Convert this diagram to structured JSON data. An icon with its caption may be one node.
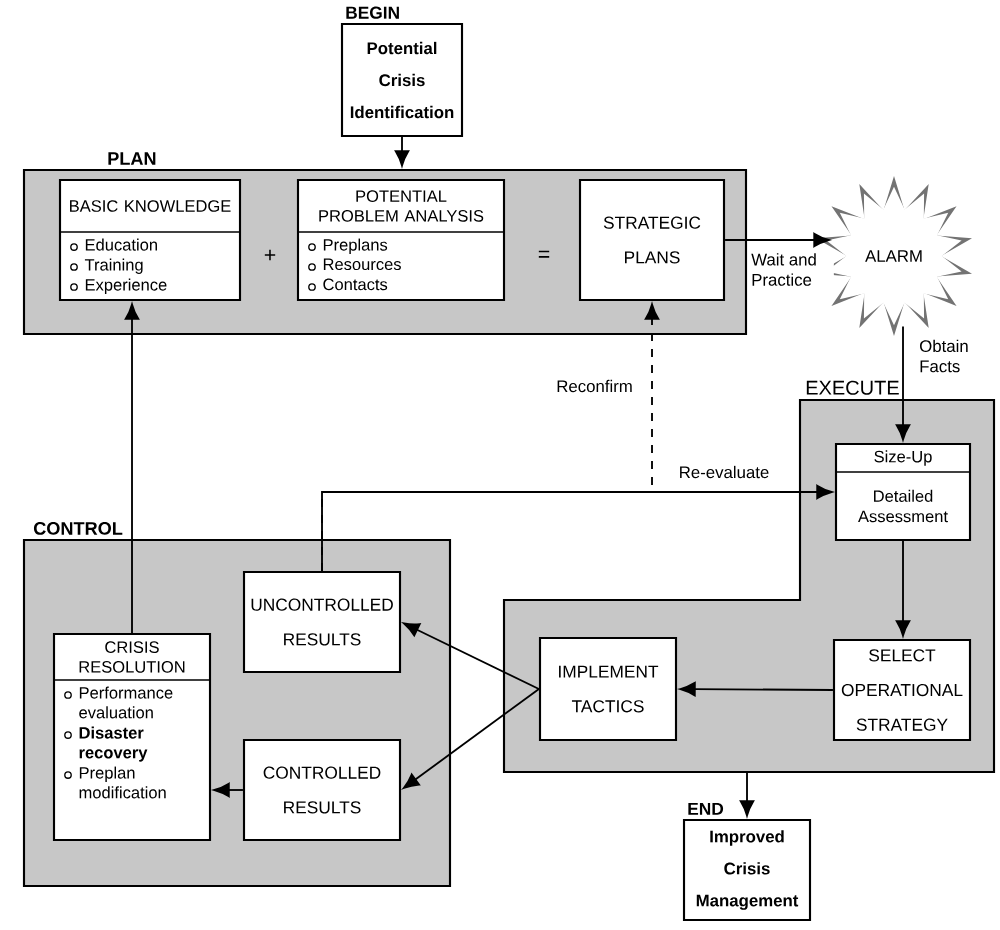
{
  "diagram": {
    "nodes": [
      {
        "text": [
          "BEGIN",
          "Potential Crisis Identification"
        ]
      },
      {
        "text": [
          "PLAN"
        ]
      },
      {
        "text": [
          "BASIC KNOWLEDGE",
          "Education",
          "Training",
          "Experience"
        ],
        "in": 1
      },
      {
        "text": [
          "POTENTIAL PROBLEM ANALYSIS",
          "Preplans",
          "Resources",
          "Contacts"
        ],
        "in": 1
      },
      {
        "text": [
          "STRATEGIC PLANS"
        ],
        "in": 1
      },
      {
        "text": [
          "ALARM"
        ]
      },
      {
        "text": [
          "EXECUTE"
        ]
      },
      {
        "text": [
          "Size-Up",
          "Detailed Assessment"
        ],
        "in": 6
      },
      {
        "text": [
          "CONTROL"
        ]
      },
      {
        "text": [
          "UNCONTROLLED RESULTS"
        ],
        "in": 8
      },
      {
        "text": [
          "CRISIS RESOLUTION",
          "Performance evaluation",
          "Disaster recovery",
          "Preplan modification"
        ],
        "in": 8
      },
      {
        "text": [
          "CONTROLLED RESULTS"
        ],
        "in": 8
      },
      {
        "text": [
          "IMPLEMENT TACTICS"
        ],
        "in": 6
      },
      {
        "text": [
          "SELECT OPERATIONAL STRATEGY"
        ],
        "in": 6
      },
      {
        "text": [
          "END",
          "Improved Crisis Management"
        ]
      }
    ],
    "edges": [
      {
        "from": 0,
        "to": 1,
        "arrow": "to"
      },
      {
        "from": 4,
        "to": 5,
        "arrow": "to",
        "label": "Wait and Practice"
      },
      {
        "from": 5,
        "to": 7,
        "arrow": "to",
        "label": "Obtain Facts"
      },
      {
        "from": 7,
        "to": 13,
        "arrow": "to"
      },
      {
        "from": 13,
        "to": 12,
        "arrow": "to"
      },
      {
        "from": 12,
        "to": 9,
        "arrow": "to"
      },
      {
        "from": 12,
        "to": 11,
        "arrow": "to"
      },
      {
        "from": 11,
        "to": 10,
        "arrow": "to"
      },
      {
        "from": 10,
        "to": 2,
        "arrow": "to"
      },
      {
        "from": 9,
        "to": 7,
        "arrow": "to",
        "label": "Re-evaluate"
      },
      {
        "from": 9,
        "to": 4,
        "arrow": "to",
        "label": "Reconfirm",
        "style": "dashed"
      },
      {
        "from": 6,
        "to": 14,
        "arrow": "to"
      }
    ],
    "labels": [
      "+",
      "="
    ]
  }
}
